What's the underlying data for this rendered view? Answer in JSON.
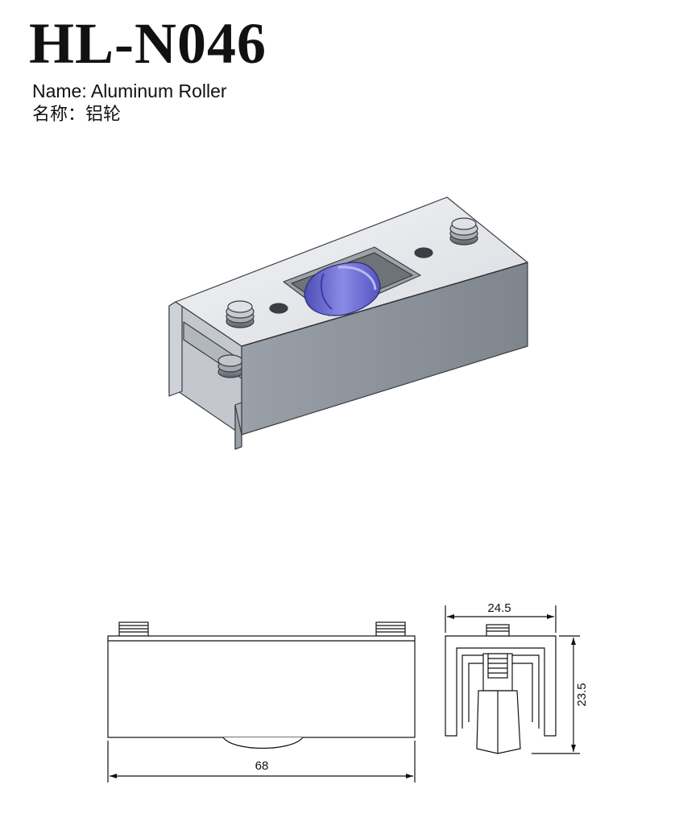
{
  "header": {
    "product_code": "HL-N046",
    "name_en": "Name: Aluminum Roller",
    "name_cn": "名称：铝轮"
  },
  "drawing": {
    "dimension_length": "68",
    "dimension_width": "24.5",
    "dimension_height": "23.5"
  },
  "colors": {
    "body_light": "#e4e6ea",
    "body_dark": "#8d929a",
    "wheel": "#6f6fd2",
    "line": "#111111"
  }
}
